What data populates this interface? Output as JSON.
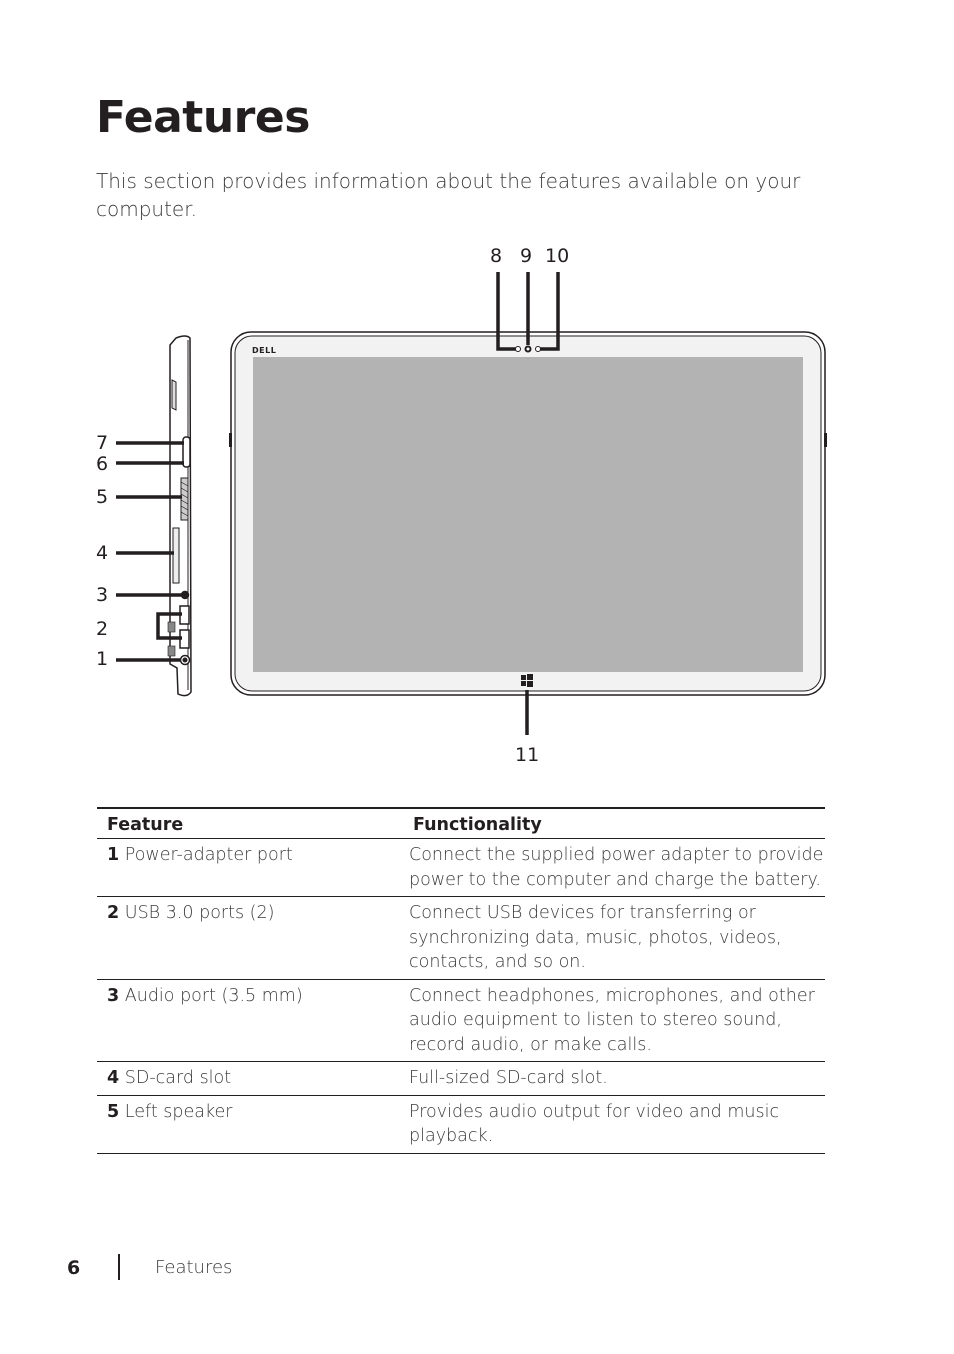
{
  "page": {
    "title": "Features",
    "intro": "This section provides information about the features available on your computer."
  },
  "figure": {
    "callouts": {
      "c1": "1",
      "c2": "2",
      "c3": "3",
      "c4": "4",
      "c5": "5",
      "c6": "6",
      "c7": "7",
      "c8": "8",
      "c9": "9",
      "c10": "10",
      "c11": "11"
    },
    "logo_text": "DELL"
  },
  "table": {
    "headers": {
      "feature": "Feature",
      "functionality": "Functionality"
    },
    "rows": [
      {
        "num": "1",
        "name": "Power-adapter port",
        "desc": "Connect the supplied power adapter to provide power to the computer and charge the battery."
      },
      {
        "num": "2",
        "name": "USB 3.0 ports (2)",
        "desc": "Connect USB devices for transferring or synchronizing data, music, photos, videos, contacts, and so on."
      },
      {
        "num": "3",
        "name": "Audio port (3.5 mm)",
        "desc": "Connect headphones, microphones, and other audio equipment to listen to stereo sound, record audio, or make calls."
      },
      {
        "num": "4",
        "name": "SD-card slot",
        "desc": "Full-sized SD-card slot."
      },
      {
        "num": "5",
        "name": "Left speaker",
        "desc": "Provides audio output for video and music playback."
      }
    ]
  },
  "footer": {
    "page_number": "6",
    "section": "Features"
  }
}
